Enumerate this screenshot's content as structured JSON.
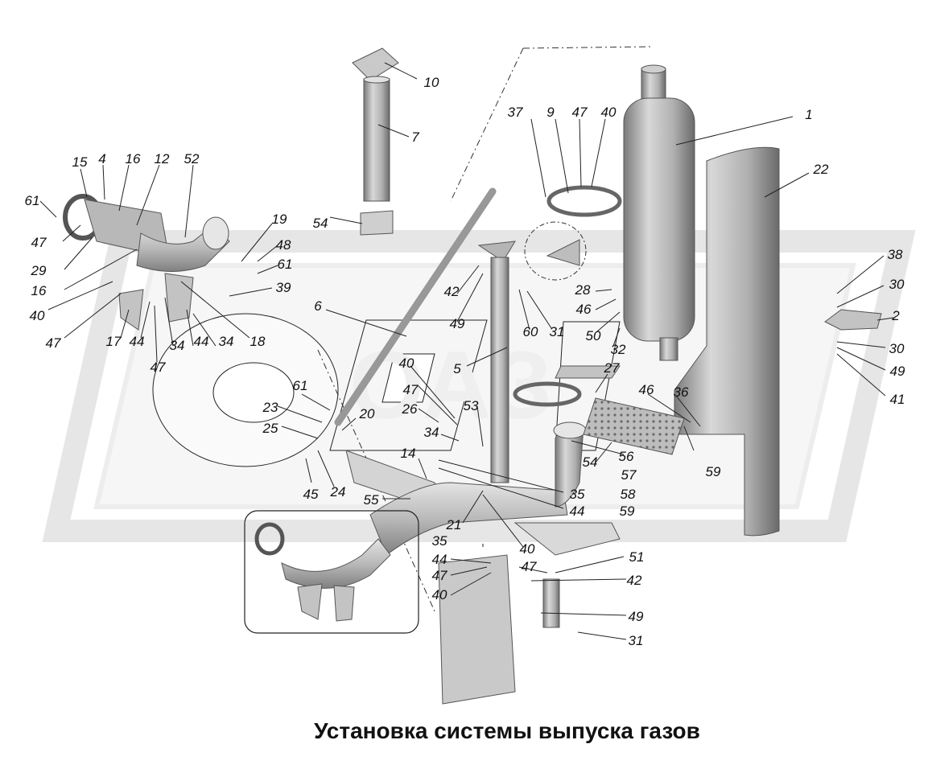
{
  "title": "Установка системы выпуска газов",
  "logo_text": "ОАЗ",
  "colors": {
    "metal_light": "#dedede",
    "metal_mid": "#a9a9a9",
    "metal_dark": "#6e6e6e",
    "watermark": "#ececec",
    "label": "#111111"
  },
  "callouts": [
    {
      "id": "c-10",
      "text": "10"
    },
    {
      "id": "c-7",
      "text": "7"
    },
    {
      "id": "c-37",
      "text": "37"
    },
    {
      "id": "c-9",
      "text": "9"
    },
    {
      "id": "c-47a",
      "text": "47"
    },
    {
      "id": "c-40a",
      "text": "40"
    },
    {
      "id": "c-1",
      "text": "1"
    },
    {
      "id": "c-22",
      "text": "22"
    },
    {
      "id": "c-15",
      "text": "15"
    },
    {
      "id": "c-4",
      "text": "4"
    },
    {
      "id": "c-16a",
      "text": "16"
    },
    {
      "id": "c-12",
      "text": "12"
    },
    {
      "id": "c-52",
      "text": "52"
    },
    {
      "id": "c-61a",
      "text": "61"
    },
    {
      "id": "c-47b",
      "text": "47"
    },
    {
      "id": "c-29",
      "text": "29"
    },
    {
      "id": "c-16b",
      "text": "16"
    },
    {
      "id": "c-40b",
      "text": "40"
    },
    {
      "id": "c-47c",
      "text": "47"
    },
    {
      "id": "c-17",
      "text": "17"
    },
    {
      "id": "c-44a",
      "text": "44"
    },
    {
      "id": "c-47d",
      "text": "47"
    },
    {
      "id": "c-34a",
      "text": "34"
    },
    {
      "id": "c-44b",
      "text": "44"
    },
    {
      "id": "c-34b",
      "text": "34"
    },
    {
      "id": "c-18",
      "text": "18"
    },
    {
      "id": "c-19",
      "text": "19"
    },
    {
      "id": "c-48",
      "text": "48"
    },
    {
      "id": "c-61b",
      "text": "61"
    },
    {
      "id": "c-39",
      "text": "39"
    },
    {
      "id": "c-54a",
      "text": "54"
    },
    {
      "id": "c-6",
      "text": "6"
    },
    {
      "id": "c-42a",
      "text": "42"
    },
    {
      "id": "c-49a",
      "text": "49"
    },
    {
      "id": "c-60",
      "text": "60"
    },
    {
      "id": "c-31a",
      "text": "31"
    },
    {
      "id": "c-28",
      "text": "28"
    },
    {
      "id": "c-46a",
      "text": "46"
    },
    {
      "id": "c-50",
      "text": "50"
    },
    {
      "id": "c-32",
      "text": "32"
    },
    {
      "id": "c-38",
      "text": "38"
    },
    {
      "id": "c-30a",
      "text": "30"
    },
    {
      "id": "c-2",
      "text": "2"
    },
    {
      "id": "c-30b",
      "text": "30"
    },
    {
      "id": "c-49b",
      "text": "49"
    },
    {
      "id": "c-41",
      "text": "41"
    },
    {
      "id": "c-5",
      "text": "5"
    },
    {
      "id": "c-40c",
      "text": "40"
    },
    {
      "id": "c-47e",
      "text": "47"
    },
    {
      "id": "c-27",
      "text": "27"
    },
    {
      "id": "c-46b",
      "text": "46"
    },
    {
      "id": "c-36",
      "text": "36"
    },
    {
      "id": "c-61c",
      "text": "61"
    },
    {
      "id": "c-23",
      "text": "23"
    },
    {
      "id": "c-25",
      "text": "25"
    },
    {
      "id": "c-20",
      "text": "20"
    },
    {
      "id": "c-26",
      "text": "26"
    },
    {
      "id": "c-53",
      "text": "53"
    },
    {
      "id": "c-34c",
      "text": "34"
    },
    {
      "id": "c-56",
      "text": "56"
    },
    {
      "id": "c-54b",
      "text": "54"
    },
    {
      "id": "c-57",
      "text": "57"
    },
    {
      "id": "c-59a",
      "text": "59"
    },
    {
      "id": "c-14",
      "text": "14"
    },
    {
      "id": "c-45",
      "text": "45"
    },
    {
      "id": "c-24",
      "text": "24"
    },
    {
      "id": "c-55",
      "text": "55"
    },
    {
      "id": "c-35a",
      "text": "35"
    },
    {
      "id": "c-58",
      "text": "58"
    },
    {
      "id": "c-44c",
      "text": "44"
    },
    {
      "id": "c-59b",
      "text": "59"
    },
    {
      "id": "c-21",
      "text": "21"
    },
    {
      "id": "c-40d",
      "text": "40"
    },
    {
      "id": "c-35b",
      "text": "35"
    },
    {
      "id": "c-47f",
      "text": "47"
    },
    {
      "id": "c-51",
      "text": "51"
    },
    {
      "id": "c-44d",
      "text": "44"
    },
    {
      "id": "c-42b",
      "text": "42"
    },
    {
      "id": "c-47g",
      "text": "47"
    },
    {
      "id": "c-40e",
      "text": "40"
    },
    {
      "id": "c-49c",
      "text": "49"
    },
    {
      "id": "c-31b",
      "text": "31"
    }
  ]
}
